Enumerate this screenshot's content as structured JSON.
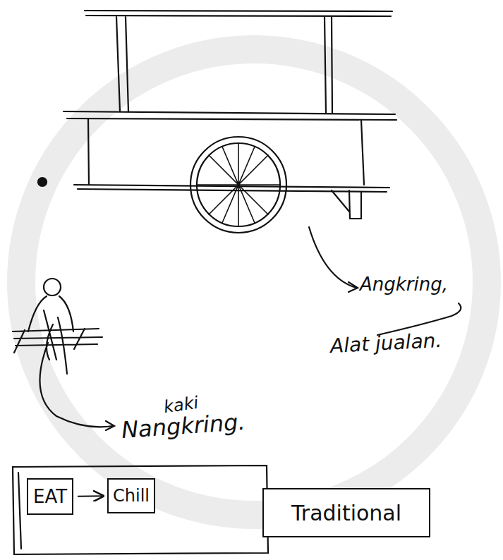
{
  "diagram": {
    "nodes": [
      {
        "text": [
          "EAT"
        ]
      },
      {
        "text": [
          "Chill"
        ]
      },
      {
        "text": [
          "Traditional"
        ]
      }
    ],
    "edges": [
      {
        "from": 0,
        "to": 1,
        "arrow": "to"
      }
    ],
    "labels": [
      "Angkring,",
      "Alat jualan.",
      "kaki",
      "Nangkring."
    ]
  }
}
